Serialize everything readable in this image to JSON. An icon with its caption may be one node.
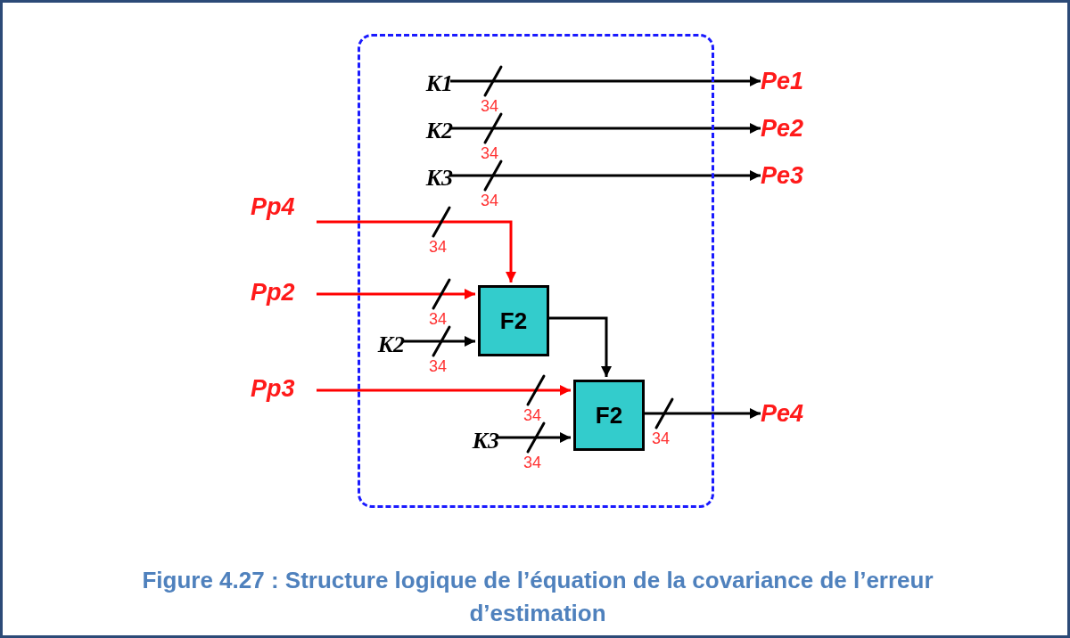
{
  "diagram": {
    "caption": "Figure 4.27 : Structure logique de l’équation de la covariance de l’erreur d’estimation",
    "nodes": [
      {
        "text": [],
        "shape": "box"
      },
      {
        "text": [
          "K1"
        ],
        "in": 0
      },
      {
        "text": [
          "K2"
        ],
        "in": 0
      },
      {
        "text": [
          "K3"
        ],
        "in": 0
      },
      {
        "text": [
          "Pe1"
        ]
      },
      {
        "text": [
          "Pe2"
        ]
      },
      {
        "text": [
          "Pe3"
        ]
      },
      {
        "text": [
          "Pp4"
        ]
      },
      {
        "text": [
          "Pp2"
        ]
      },
      {
        "text": [
          "K2"
        ],
        "in": 0
      },
      {
        "text": [
          "F2"
        ],
        "in": 0
      },
      {
        "text": [
          "Pp3"
        ]
      },
      {
        "text": [
          "K3"
        ],
        "in": 0
      },
      {
        "text": [
          "F2"
        ],
        "in": 0
      },
      {
        "text": [
          "Pe4"
        ]
      }
    ],
    "edges": [
      {
        "from": 1,
        "to": 4,
        "arrow": "to",
        "label": "34"
      },
      {
        "from": 2,
        "to": 5,
        "arrow": "to",
        "label": "34"
      },
      {
        "from": 3,
        "to": 6,
        "arrow": "to",
        "label": "34"
      },
      {
        "from": 7,
        "to": 10,
        "arrow": "to",
        "label": "34",
        "color": "#ff0000"
      },
      {
        "from": 8,
        "to": 10,
        "arrow": "to",
        "label": "34",
        "color": "#ff0000"
      },
      {
        "from": 9,
        "to": 10,
        "arrow": "to",
        "label": "34"
      },
      {
        "from": 11,
        "to": 13,
        "arrow": "to",
        "label": "34",
        "color": "#ff0000"
      },
      {
        "from": 12,
        "to": 13,
        "arrow": "to",
        "label": "34"
      },
      {
        "from": 10,
        "to": 13,
        "arrow": "to"
      },
      {
        "from": 13,
        "to": 14,
        "arrow": "to",
        "label": "34"
      }
    ]
  }
}
